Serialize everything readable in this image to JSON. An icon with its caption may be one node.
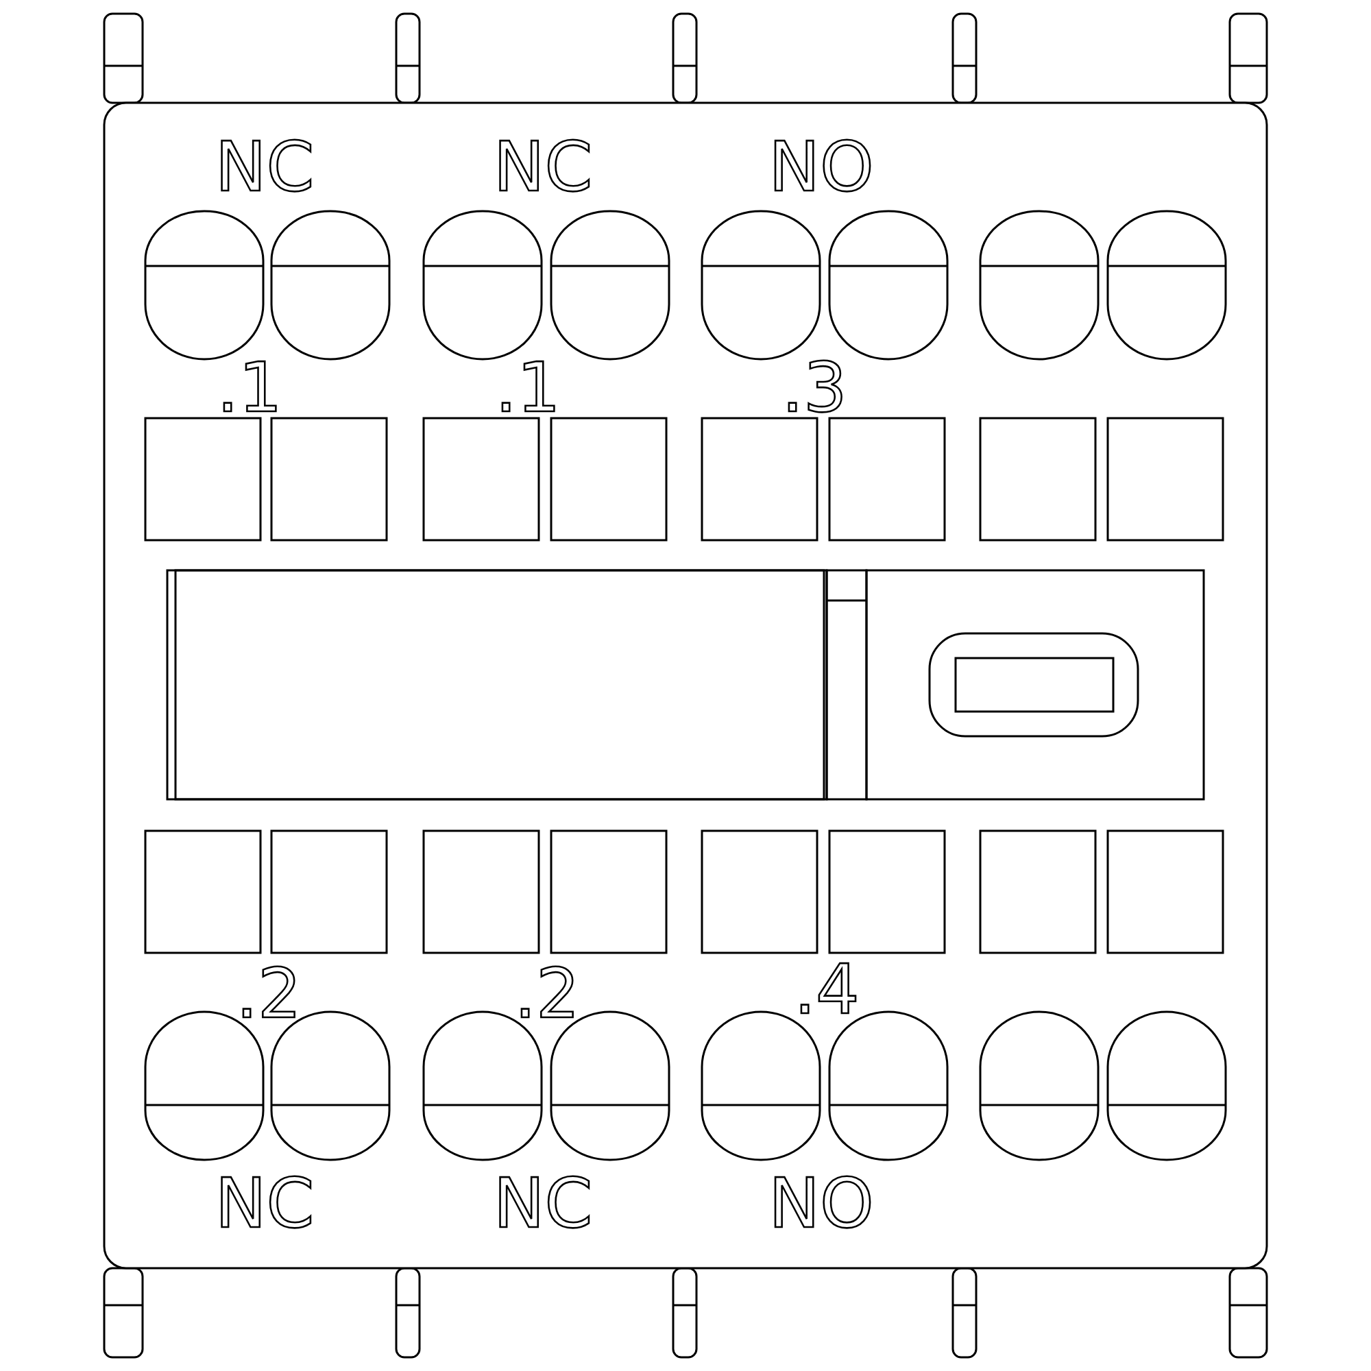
{
  "diagram": {
    "labels": [
      "NC",
      "NC",
      "NO",
      ".1",
      ".1",
      ".3",
      ".2",
      ".2",
      ".4",
      "NC",
      "NC",
      "NO"
    ]
  }
}
